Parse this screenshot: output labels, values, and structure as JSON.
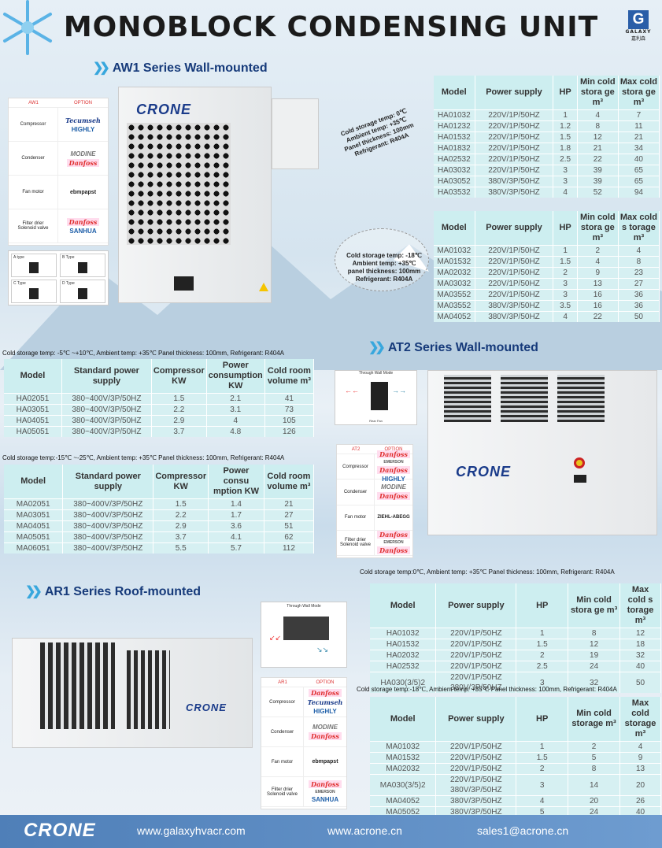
{
  "title": "MONOBLOCK CONDENSING UNIT",
  "logo": {
    "letter": "G",
    "name": "GALAXY",
    "cn": "嘉利森"
  },
  "sections": {
    "aw1": "AW1 Series Wall-mounted",
    "at2": "AT2 Series Wall-mounted",
    "ar1": "AR1 Series Roof-mounted"
  },
  "brand": "CRONE",
  "aw1_options": {
    "h1": "AW1",
    "h2": "OPTION",
    "rows": [
      {
        "label": "Compressor",
        "brands": [
          "Tecumseh",
          "HIGHLY"
        ]
      },
      {
        "label": "Condenser",
        "brands": [
          "MODINE",
          "Danfoss"
        ]
      },
      {
        "label": "Fan motor",
        "brands": [
          "ebmpapst"
        ]
      },
      {
        "label": "Filter drier\nSolenoid valve",
        "brands": [
          "Danfoss",
          "SANHUA"
        ]
      }
    ]
  },
  "aw1_fans": [
    "A type",
    "B Type",
    "C Type",
    "D Type"
  ],
  "at2_options": {
    "h1": "AT2",
    "h2": "OPTION",
    "rows": [
      {
        "label": "Compressor",
        "brands": [
          "Danfoss",
          "EMERSON",
          "Danfoss",
          "HIGHLY"
        ]
      },
      {
        "label": "Condenser",
        "brands": [
          "MODINE",
          "Danfoss"
        ]
      },
      {
        "label": "Fan motor",
        "brands": [
          "ZIEHL-ABEGG"
        ]
      },
      {
        "label": "Filter drier\nSolenoid valve",
        "brands": [
          "Danfoss",
          "EMERSON",
          "Danfoss"
        ]
      }
    ]
  },
  "ar1_options": {
    "h1": "AR1",
    "h2": "OPTION",
    "rows": [
      {
        "label": "Compressor",
        "brands": [
          "Danfoss",
          "Tecumseh",
          "HIGHLY"
        ]
      },
      {
        "label": "Condenser",
        "brands": [
          "MODINE",
          "Danfoss"
        ]
      },
      {
        "label": "Fan motor",
        "brands": [
          "ebmpapst"
        ]
      },
      {
        "label": "Filter drier\nSolenoid valve",
        "brands": [
          "Danfoss",
          "EMERSON",
          "SANHUA"
        ]
      }
    ]
  },
  "diagram_labels": {
    "at2_title": "Through Wall Mode",
    "at2_sub": "Rear Fan",
    "ar1_title": "Through Wall Mode"
  },
  "aw1_note1": [
    "Cold storage temp: 0℃",
    "Ambient temp: +35℃",
    "Panel thickness: 100mm",
    "Refrigerant: R404A"
  ],
  "aw1_note2": [
    "Cold storage temp: -18℃",
    "Ambient temp: +35℃",
    "panel thickness: 100mm",
    "Refrigerant: R404A"
  ],
  "aw1_t1": {
    "headers": [
      "Model",
      "Power supply",
      "HP",
      "Min cold stora ge m³",
      "Max cold stora ge m³"
    ],
    "rows": [
      [
        "HA01032",
        "220V/1P/50HZ",
        "1",
        "4",
        "7"
      ],
      [
        "HA01232",
        "220V/1P/50HZ",
        "1.2",
        "8",
        "11"
      ],
      [
        "HA01532",
        "220V/1P/50HZ",
        "1.5",
        "12",
        "21"
      ],
      [
        "HA01832",
        "220V/1P/50HZ",
        "1.8",
        "21",
        "34"
      ],
      [
        "HA02532",
        "220V/1P/50HZ",
        "2.5",
        "22",
        "40"
      ],
      [
        "HA03032",
        "220V/1P/50HZ",
        "3",
        "39",
        "65"
      ],
      [
        "HA03052",
        "380V/3P/50HZ",
        "3",
        "39",
        "65"
      ],
      [
        "HA03532",
        "380V/3P/50HZ",
        "4",
        "52",
        "94"
      ]
    ]
  },
  "aw1_t2": {
    "headers": [
      "Model",
      "Power supply",
      "HP",
      "Min cold stora ge m³",
      "Max cold s torage m³"
    ],
    "rows": [
      [
        "MA01032",
        "220V/1P/50HZ",
        "1",
        "2",
        "4"
      ],
      [
        "MA01532",
        "220V/1P/50HZ",
        "1.5",
        "4",
        "8"
      ],
      [
        "MA02032",
        "220V/1P/50HZ",
        "2",
        "9",
        "23"
      ],
      [
        "MA03032",
        "220V/1P/50HZ",
        "3",
        "13",
        "27"
      ],
      [
        "MA03552",
        "220V/1P/50HZ",
        "3",
        "16",
        "36"
      ],
      [
        "MA03552",
        "380V/3P/50HZ",
        "3.5",
        "16",
        "36"
      ],
      [
        "MA04052",
        "380V/3P/50HZ",
        "4",
        "22",
        "50"
      ]
    ]
  },
  "at2_cond1": "Cold storage temp: -5℃ ~+10℃, Ambient temp: +35℃ Panel thickness: 100mm, Refrigerant: R404A",
  "at2_t1": {
    "headers": [
      "Model",
      "Standard power supply",
      "Compressor KW",
      "Power consumption KW",
      "Cold room volume m³"
    ],
    "rows": [
      [
        "HA02051",
        "380~400V/3P/50HZ",
        "1.5",
        "2.1",
        "41"
      ],
      [
        "HA03051",
        "380~400V/3P/50HZ",
        "2.2",
        "3.1",
        "73"
      ],
      [
        "HA04051",
        "380~400V/3P/50HZ",
        "2.9",
        "4",
        "105"
      ],
      [
        "HA05051",
        "380~400V/3P/50HZ",
        "3.7",
        "4.8",
        "126"
      ]
    ]
  },
  "at2_cond2": "Cold storage temp:-15℃ ~-25℃, Ambient temp: +35℃ Panel thickness: 100mm, Refrigerant: R404A",
  "at2_t2": {
    "headers": [
      "Model",
      "Standard power supply",
      "Compressor KW",
      "Power consu mption KW",
      "Cold room volume m³"
    ],
    "rows": [
      [
        "MA02051",
        "380~400V/3P/50HZ",
        "1.5",
        "1.4",
        "21"
      ],
      [
        "MA03051",
        "380~400V/3P/50HZ",
        "2.2",
        "1.7",
        "27"
      ],
      [
        "MA04051",
        "380~400V/3P/50HZ",
        "2.9",
        "3.6",
        "51"
      ],
      [
        "MA05051",
        "380~400V/3P/50HZ",
        "3.7",
        "4.1",
        "62"
      ],
      [
        "MA06051",
        "380~400V/3P/50HZ",
        "5.5",
        "5.7",
        "112"
      ]
    ]
  },
  "ar1_cond1": "Cold storage temp:0℃, Ambient temp: +35℃ Panel thickness: 100mm, Refrigerant: R404A",
  "ar1_t1": {
    "headers": [
      "Model",
      "Power supply",
      "HP",
      "Min cold stora ge m³",
      "Max cold s torage m³"
    ],
    "rows": [
      [
        "HA01032",
        "220V/1P/50HZ",
        "1",
        "8",
        "12"
      ],
      [
        "HA01532",
        "220V/1P/50HZ",
        "1.5",
        "12",
        "18"
      ],
      [
        "HA02032",
        "220V/1P/50HZ",
        "2",
        "19",
        "32"
      ],
      [
        "HA02532",
        "220V/1P/50HZ",
        "2.5",
        "24",
        "40"
      ],
      [
        "HA030(3/5)2",
        "220V/1P/50HZ\n380V/3P/50HZ",
        "3",
        "32",
        "50"
      ]
    ]
  },
  "ar1_cond2": "Cold storage temp:-18℃, Ambient temp: +35℃ Panel thickness: 100mm, Refrigerant: R404A",
  "ar1_t2": {
    "headers": [
      "Model",
      "Power supply",
      "HP",
      "Min cold storage m³",
      "Max cold storage m³"
    ],
    "rows": [
      [
        "MA01032",
        "220V/1P/50HZ",
        "1",
        "2",
        "4"
      ],
      [
        "MA01532",
        "220V/1P/50HZ",
        "1.5",
        "5",
        "9"
      ],
      [
        "MA02032",
        "220V/1P/50HZ",
        "2",
        "8",
        "13"
      ],
      [
        "MA030(3/5)2",
        "220V/1P/50HZ\n380V/3P/50HZ",
        "3",
        "14",
        "20"
      ],
      [
        "MA04052",
        "380V/3P/50HZ",
        "4",
        "20",
        "26"
      ],
      [
        "MA05052",
        "380V/3P/50HZ",
        "5",
        "24",
        "40"
      ]
    ]
  },
  "footer": {
    "brand": "CRONE",
    "web1": "www.galaxyhvacr.com",
    "web2": "www.acrone.cn",
    "email": "sales1@acrone.cn"
  }
}
